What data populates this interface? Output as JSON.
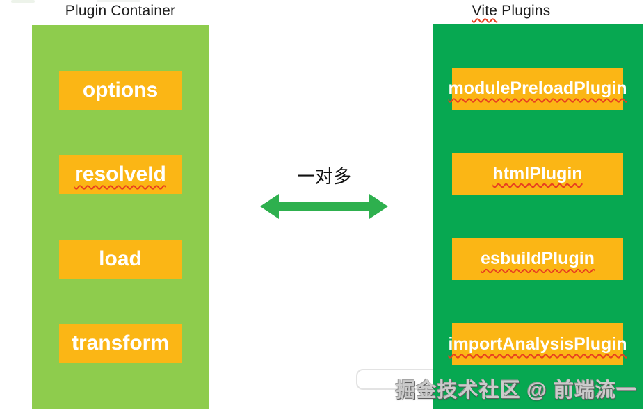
{
  "left_panel": {
    "title": "Plugin Container",
    "hooks": [
      {
        "label": "options",
        "misspelled_squiggle": false
      },
      {
        "label": "resolveId",
        "misspelled_squiggle": true
      },
      {
        "label": "load",
        "misspelled_squiggle": false
      },
      {
        "label": "transform",
        "misspelled_squiggle": false
      }
    ]
  },
  "right_panel": {
    "title_word": "Vite",
    "title_rest": "Plugins",
    "plugins": [
      {
        "label": "modulePreloadPlugin",
        "misspelled_squiggle": true
      },
      {
        "label": "htmlPlugin",
        "misspelled_squiggle": true
      },
      {
        "label": "esbuildPlugin",
        "misspelled_squiggle": true
      },
      {
        "label": "importAnalysisPlugin",
        "misspelled_squiggle": true
      }
    ]
  },
  "connector": {
    "label": "一对多",
    "arrow_type": "double-headed-horizontal"
  },
  "watermark": {
    "text": "掘金技术社区 @ 前端流一"
  },
  "colors": {
    "left_panel_green": "#8ECC4D",
    "right_panel_green": "#07A851",
    "box_yellow": "#FBB615",
    "arrow_green": "#2EB04E",
    "squiggle_red": "#E8401F",
    "title_black": "#1C1C1C",
    "watermark_gray": "#CBCBCB"
  }
}
